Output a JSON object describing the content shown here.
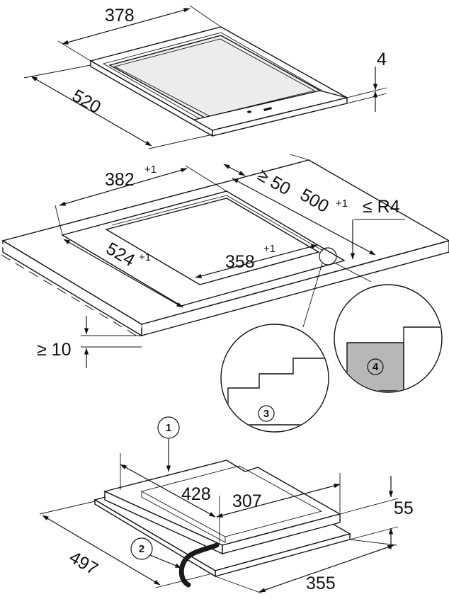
{
  "figure_1": {
    "dim_width": "378",
    "dim_depth": "520",
    "dim_thickness": "4"
  },
  "figure_2": {
    "dim_cutout_width": "382",
    "dim_cutout_width_tol": "+1",
    "dim_min_rear": "≥ 50",
    "dim_cutout_depth": "500",
    "dim_cutout_depth_tol": "+1",
    "dim_radius": "≤ R4",
    "dim_rebate_depth": "524",
    "dim_rebate_depth_tol": "+1",
    "dim_rebate_width": "358",
    "dim_rebate_width_tol": "+1",
    "dim_min_front": "≥ 10",
    "detail_left_label": "3",
    "detail_right_label": "4"
  },
  "figure_3": {
    "callout_top": "1",
    "callout_cable": "2",
    "dim_body_depth": "428",
    "dim_body_width": "307",
    "dim_height": "55",
    "dim_frame_depth": "497",
    "dim_frame_width": "355"
  },
  "colors": {
    "line": "#111111",
    "fill": "#ffffff",
    "panel_shade": "#ececec",
    "rebate_shade": "#b7b7b7",
    "cable": "#1a1a1a"
  }
}
